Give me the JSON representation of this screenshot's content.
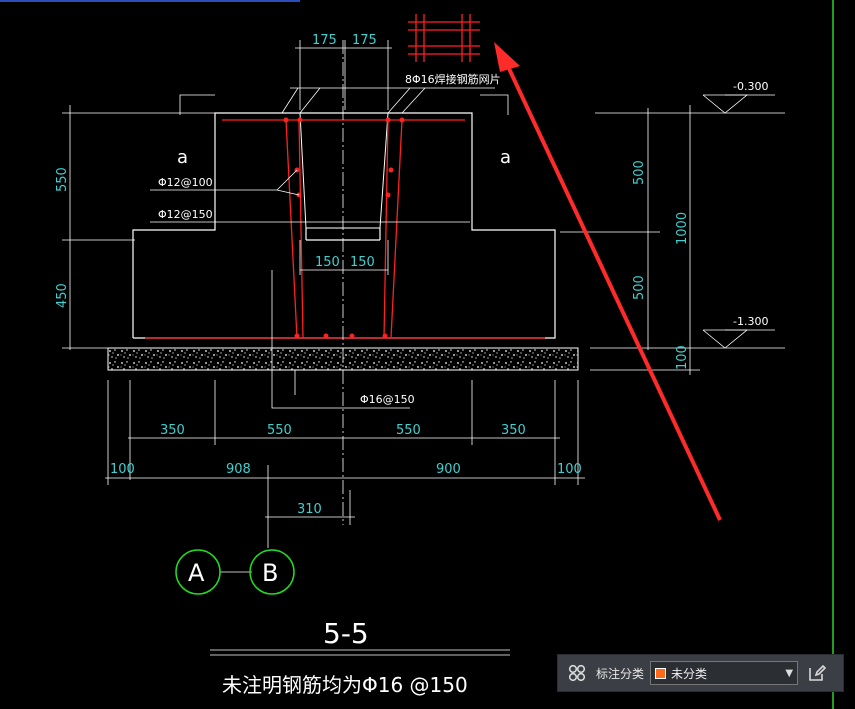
{
  "drawing": {
    "title": "5-5",
    "note": "未注明钢筋均为Φ16 @150",
    "mesh_label": "8Φ16焊接钢筋网片",
    "rebar_labels": [
      "Φ12@100",
      "Φ12@150",
      "Φ16@150"
    ],
    "section_marks": [
      "a",
      "a"
    ],
    "elevations": [
      "-0.300",
      "-1.300"
    ],
    "dims_top": [
      "175",
      "175"
    ],
    "dims_inner": [
      "150",
      "150"
    ],
    "dims_left": [
      "550",
      "450"
    ],
    "dims_right": [
      "500",
      "1000",
      "500",
      "100"
    ],
    "dims_bottom_row1": [
      "350",
      "550",
      "550",
      "350"
    ],
    "dims_bottom_row2": [
      "100",
      "908",
      "900",
      "100"
    ],
    "dim_offset": "310",
    "axis_labels": [
      "A",
      "B"
    ]
  },
  "toolbar": {
    "label": "标注分类",
    "selected": "未分类",
    "swatch_color": "#ff6a1a"
  },
  "colors": {
    "background": "#000000",
    "dimension": "#3fd0d0",
    "rebar": "#ff2020",
    "arrow": "#ff2a2a",
    "axis_circle": "#22dd22"
  },
  "icons": [
    "grid-icon",
    "edit-icon",
    "chevron-down-icon"
  ]
}
